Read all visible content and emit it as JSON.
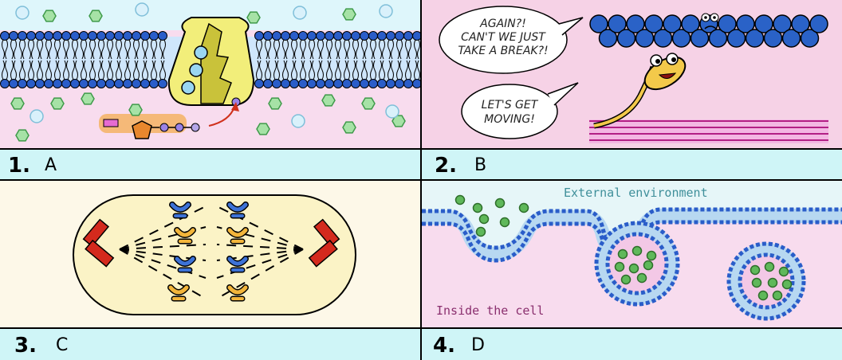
{
  "panels": [
    {
      "number": "1.",
      "letter": "A"
    },
    {
      "number": "2.",
      "letter": "B"
    },
    {
      "number": "3.",
      "letter": "C"
    },
    {
      "number": "4.",
      "letter": "D"
    }
  ],
  "panel_b": {
    "bubble_top": [
      "AGAIN?!",
      "CAN'T WE JUST",
      "TAKE A BREAK?!"
    ],
    "bubble_bottom": [
      "LET'S GET",
      "MOVING!"
    ]
  },
  "panel_d": {
    "external_label": "External environment",
    "inside_label": "Inside the cell"
  },
  "colors": {
    "label_bar": "#cff5f7",
    "membrane_blue": "#2a5dc9",
    "pump_yellow": "#f2ee7a",
    "panel_b_bg": "#f6d2e6",
    "cytoplasm": "#f8dcee",
    "cell_fill": "#fbf3c6"
  }
}
